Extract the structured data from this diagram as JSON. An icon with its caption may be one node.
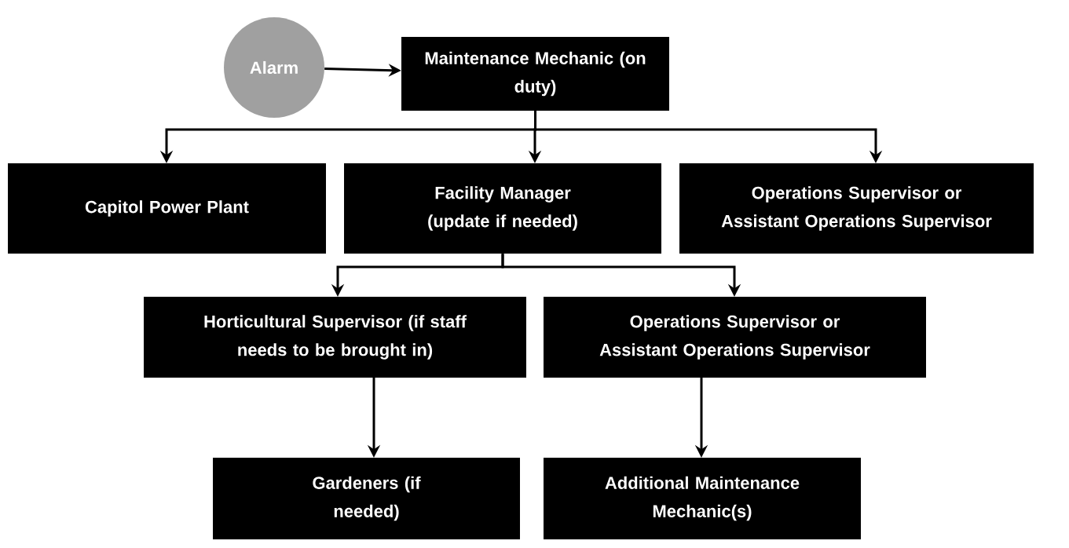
{
  "diagram": {
    "nodes": [
      {
        "text": [
          "Alarm"
        ]
      },
      {
        "text": [
          "Maintenance Mechanic (on duty)"
        ]
      },
      {
        "text": [
          "Capitol Power Plant"
        ]
      },
      {
        "text": [
          "Facility Manager (update if needed)"
        ]
      },
      {
        "text": [
          "Operations Supervisor or Assistant Operations Supervisor"
        ]
      },
      {
        "text": [
          "Horticultural Supervisor (if staff needs to be brought in)"
        ]
      },
      {
        "text": [
          "Operations Supervisor or Assistant Operations Supervisor"
        ]
      },
      {
        "text": [
          "Gardeners (if needed)"
        ]
      },
      {
        "text": [
          "Additional Maintenance Mechanic(s)"
        ]
      }
    ],
    "edges": [
      {
        "from": 0,
        "to": 1,
        "arrow": "to"
      },
      {
        "from": 1,
        "to": 2,
        "arrow": "to"
      },
      {
        "from": 1,
        "to": 3,
        "arrow": "to"
      },
      {
        "from": 1,
        "to": 4,
        "arrow": "to"
      },
      {
        "from": 3,
        "to": 5,
        "arrow": "to"
      },
      {
        "from": 3,
        "to": 6,
        "arrow": "to"
      },
      {
        "from": 5,
        "to": 7,
        "arrow": "to"
      },
      {
        "from": 6,
        "to": 8,
        "arrow": "to"
      }
    ]
  }
}
